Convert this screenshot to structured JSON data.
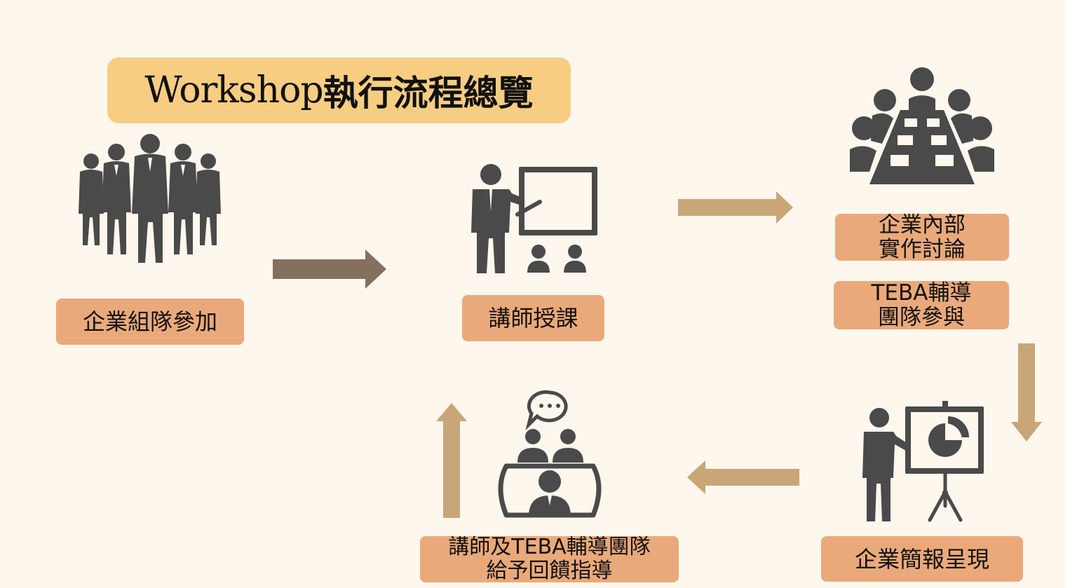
{
  "title": {
    "latin": "Workshop",
    "cjk": "執行流程總覽"
  },
  "steps": [
    {
      "id": "team",
      "lines": [
        "企業組隊參加"
      ],
      "icon": "business-team-icon"
    },
    {
      "id": "lecture",
      "lines": [
        "講師授課"
      ],
      "icon": "lecturer-whiteboard-icon"
    },
    {
      "id": "discussion",
      "lines": [
        "企業內部",
        "實作討論"
      ],
      "icon": "meeting-table-icon"
    },
    {
      "id": "teba",
      "lines": [
        "TEBA輔導",
        "團隊參與"
      ]
    },
    {
      "id": "presentation",
      "lines": [
        "企業簡報呈現"
      ],
      "icon": "presenter-pie-chart-icon"
    },
    {
      "id": "feedback",
      "lines": [
        "講師及TEBA輔導團隊",
        "給予回饋指導"
      ],
      "icon": "feedback-panel-icon"
    }
  ],
  "colors": {
    "background": "#fdf7ee",
    "title_box": "#f7cd82",
    "label_box": "#eaa97a",
    "icon": "#4a4a4a",
    "arrow_dark": "#85705f",
    "arrow_tan": "#c8a678"
  }
}
